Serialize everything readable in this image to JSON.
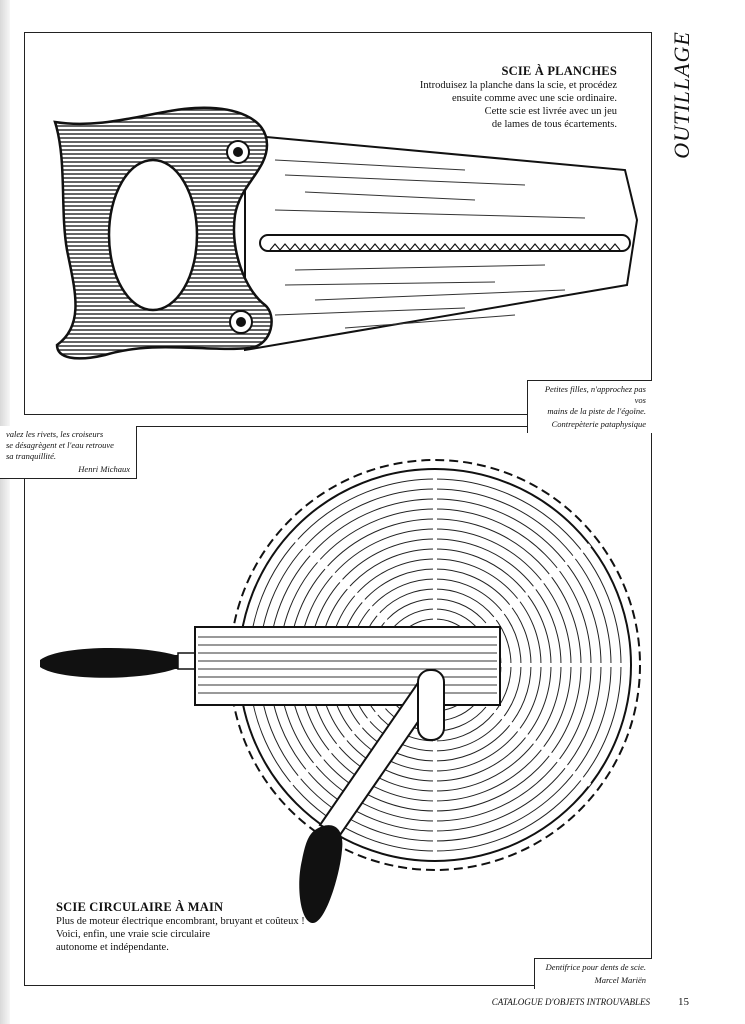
{
  "section_tag": "OUTILLAGE",
  "top_section": {
    "title": "SCIE À PLANCHES",
    "lines": [
      "Introduisez la planche dans la scie, et procédez",
      "ensuite comme avec une scie ordinaire.",
      "Cette scie est livrée avec un jeu",
      "de lames de tous écartements."
    ]
  },
  "quote_top_right": {
    "lines": [
      "Petites filles, n'approchez pas vos",
      "mains de la piste de l'égoïne."
    ],
    "author": "Contrepèterie pataphysique"
  },
  "quote_left": {
    "lines": [
      "valez les rivets, les croiseurs",
      "se désagrègent et l'eau retrouve",
      "sa tranquillité."
    ],
    "author": "Henri Michaux"
  },
  "bottom_section": {
    "title": "SCIE CIRCULAIRE À MAIN",
    "lines": [
      "Plus de moteur électrique encombrant, bruyant et coûteux !",
      "Voici, enfin, une vraie scie circulaire",
      "autonome et indépendante."
    ]
  },
  "quote_bottom_right": {
    "lines": [
      "Dentifrice pour dents de scie."
    ],
    "author": "Marcel Mariën"
  },
  "footer": {
    "catalogue": "CATALOGUE D'OBJETS INTROUVABLES",
    "page_number": "15"
  },
  "icons": [
    "hand-saw-illustration",
    "circular-saw-illustration"
  ]
}
